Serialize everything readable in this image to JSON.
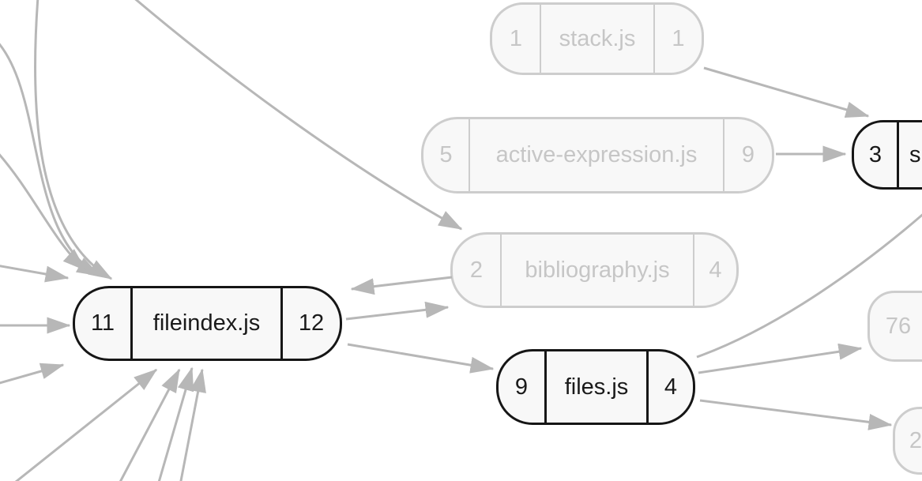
{
  "diagram": {
    "type": "module-dependency-graph",
    "background": "#ffffff",
    "colors": {
      "active_border": "#161616",
      "active_text": "#1a1a1a",
      "faded_border": "#cdcdcd",
      "faded_text": "#c6c6c6",
      "node_fill": "#f8f8f8",
      "edge": "#b7b7b7"
    },
    "nodes": [
      {
        "id": "stack",
        "afferent": "1",
        "label": "stack.js",
        "efferent": "1",
        "state": "faded"
      },
      {
        "id": "active-expression",
        "afferent": "5",
        "label": "active-expression.js",
        "efferent": "9",
        "state": "faded"
      },
      {
        "id": "bibliography",
        "afferent": "2",
        "label": "bibliography.js",
        "efferent": "4",
        "state": "faded"
      },
      {
        "id": "fileindex",
        "afferent": "11",
        "label": "fileindex.js",
        "efferent": "12",
        "state": "active"
      },
      {
        "id": "files",
        "afferent": "9",
        "label": "files.js",
        "efferent": "4",
        "state": "active"
      },
      {
        "id": "s-clipped",
        "afferent": "3",
        "label": "s",
        "state": "active"
      },
      {
        "id": "clipped-76",
        "afferent": "76",
        "state": "faded"
      },
      {
        "id": "clipped-2",
        "afferent": "2",
        "state": "faded"
      }
    ],
    "edges": [
      {
        "from": "offscreen-top",
        "to": "fileindex"
      },
      {
        "from": "offscreen-left-1",
        "to": "fileindex"
      },
      {
        "from": "offscreen-left-2",
        "to": "fileindex"
      },
      {
        "from": "offscreen-left-3",
        "to": "fileindex"
      },
      {
        "from": "offscreen-left-4",
        "to": "fileindex"
      },
      {
        "from": "offscreen-left-5",
        "to": "fileindex"
      },
      {
        "from": "offscreen-bottom-1",
        "to": "fileindex"
      },
      {
        "from": "offscreen-bottom-2",
        "to": "fileindex"
      },
      {
        "from": "offscreen-bottom-3",
        "to": "fileindex"
      },
      {
        "from": "offscreen-bottom-4",
        "to": "fileindex"
      },
      {
        "from": "bibliography",
        "to": "fileindex"
      },
      {
        "from": "fileindex",
        "to": "bibliography"
      },
      {
        "from": "fileindex",
        "to": "files"
      },
      {
        "from": "offscreen-top-2",
        "to": "bibliography"
      },
      {
        "from": "stack",
        "to": "s-clipped"
      },
      {
        "from": "active-expression",
        "to": "s-clipped"
      },
      {
        "from": "files",
        "to": "offscreen-right"
      },
      {
        "from": "files",
        "to": "clipped-76"
      },
      {
        "from": "files",
        "to": "clipped-2"
      }
    ]
  }
}
